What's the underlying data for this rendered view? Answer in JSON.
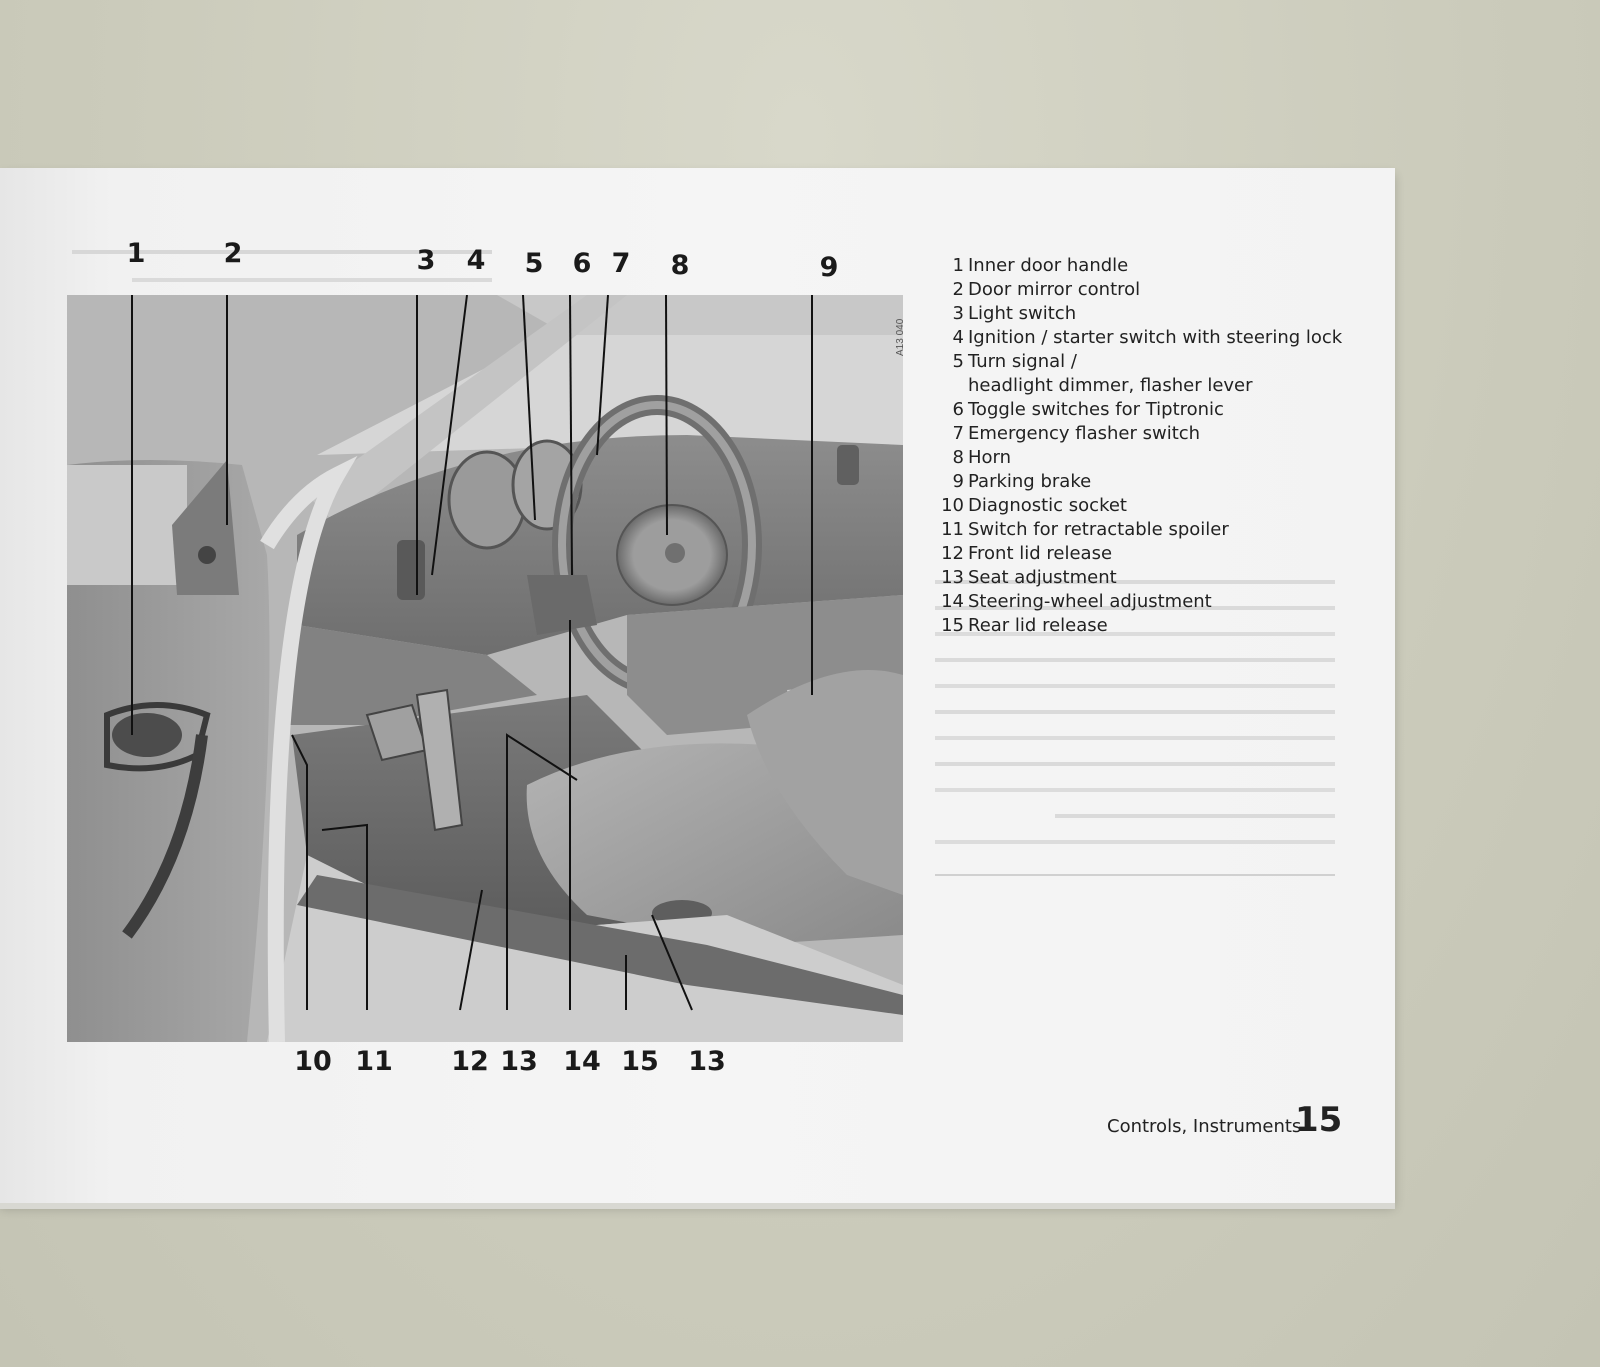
{
  "legend": [
    {
      "num": "1",
      "label": "Inner door handle"
    },
    {
      "num": "2",
      "label": "Door mirror control"
    },
    {
      "num": "3",
      "label": "Light switch"
    },
    {
      "num": "4",
      "label": "Ignition / starter switch with steering lock"
    },
    {
      "num": "5",
      "label": "Turn signal /"
    },
    {
      "num": "",
      "label": "headlight dimmer, flasher lever"
    },
    {
      "num": "6",
      "label": "Toggle switches for Tiptronic"
    },
    {
      "num": "7",
      "label": "Emergency flasher switch"
    },
    {
      "num": "8",
      "label": "Horn"
    },
    {
      "num": "9",
      "label": "Parking brake"
    },
    {
      "num": "10",
      "label": "Diagnostic socket"
    },
    {
      "num": "11",
      "label": "Switch for retractable spoiler"
    },
    {
      "num": "12",
      "label": "Front lid release"
    },
    {
      "num": "13",
      "label": "Seat adjustment"
    },
    {
      "num": "14",
      "label": "Steering-wheel adjustment"
    },
    {
      "num": "15",
      "label": "Rear lid release"
    }
  ],
  "callouts_top": [
    "1",
    "2",
    "3",
    "4",
    "5",
    "6",
    "7",
    "8",
    "9"
  ],
  "callouts_bottom": [
    "10",
    "11",
    "12",
    "13",
    "14",
    "15",
    "13"
  ],
  "illustration_code": "A13 040",
  "footer": {
    "section_title": "Controls, Instruments",
    "page_number": "15"
  }
}
